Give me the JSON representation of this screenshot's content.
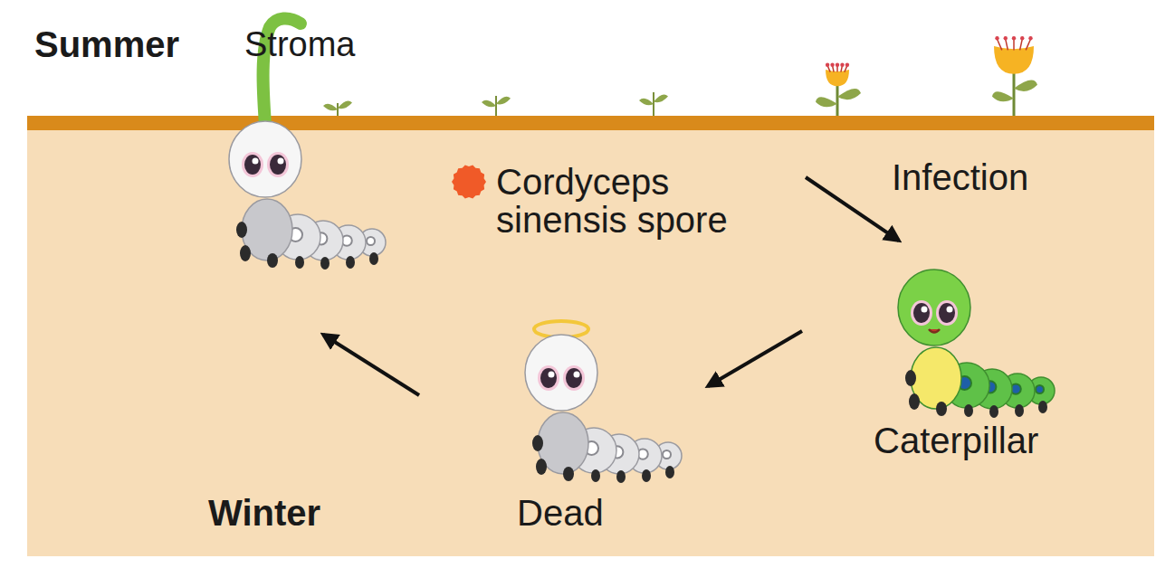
{
  "diagram": {
    "labels": [
      "Summer",
      "Stroma",
      "Cordyceps sinensis spore",
      "Infection",
      "Caterpillar",
      "Dead",
      "Winter"
    ]
  }
}
